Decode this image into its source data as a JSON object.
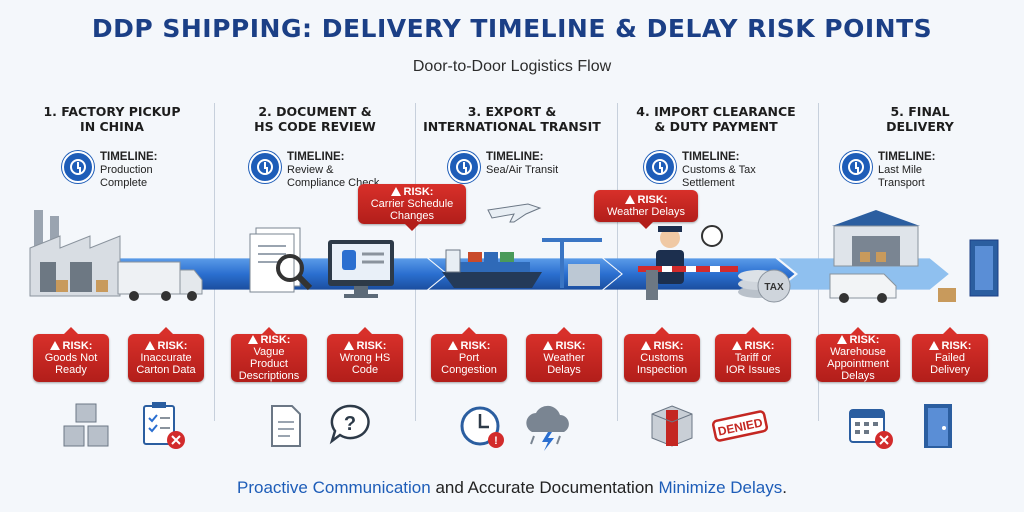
{
  "title": "DDP SHIPPING: DELIVERY TIMELINE & DELAY RISK POINTS",
  "subtitle": "Door-to-Door Logistics Flow",
  "colors": {
    "primary": "#1b3f86",
    "accent": "#1e5db8",
    "risk": "#c42722",
    "band": "#2b6fd0"
  },
  "stages": [
    {
      "title": "1. FACTORY PICKUP\nIN CHINA",
      "timeline_label": "TIMELINE:",
      "timeline_text": "Production\nComplete",
      "icon": "clock-icon",
      "risks": [
        {
          "label": "RISK:",
          "text": "Goods Not\nReady"
        },
        {
          "label": "RISK:",
          "text": "Inaccurate\nCarton Data"
        }
      ],
      "bottom_icons": [
        "boxes-icon",
        "checklist-error-icon"
      ]
    },
    {
      "title": "2. DOCUMENT &\nHS CODE REVIEW",
      "timeline_label": "TIMELINE:",
      "timeline_text": "Review &\nCompliance Check",
      "icon": "clock-icon",
      "risks": [
        {
          "label": "RISK:",
          "text": "Vague\nProduct\nDescriptions"
        },
        {
          "label": "RISK:",
          "text": "Wrong HS\nCode"
        }
      ],
      "bottom_icons": [
        "document-icon",
        "question-bubble-icon"
      ]
    },
    {
      "title": "3. EXPORT &\nINTERNATIONAL TRANSIT",
      "timeline_label": "TIMELINE:",
      "timeline_text": "Sea/Air Transit",
      "icon": "clock-icon",
      "risks": [
        {
          "label": "RISK:",
          "text": "Port\nCongestion"
        },
        {
          "label": "RISK:",
          "text": "Weather\nDelays"
        }
      ],
      "bottom_icons": [
        "clock-alert-icon",
        "storm-cloud-icon"
      ]
    },
    {
      "title": "4. IMPORT CLEARANCE\n& DUTY PAYMENT",
      "timeline_label": "TIMELINE:",
      "timeline_text": "Customs & Tax\nSettlement",
      "icon": "clock-icon",
      "risks": [
        {
          "label": "RISK:",
          "text": "Customs\nInspection"
        },
        {
          "label": "RISK:",
          "text": "Tariff or\nIOR Issues"
        }
      ],
      "bottom_icons": [
        "damaged-box-icon",
        "denied-stamp-icon"
      ]
    },
    {
      "title": "5. FINAL\nDELIVERY",
      "timeline_label": "TIMELINE:",
      "timeline_text": "Last Mile\nTransport",
      "icon": "clock-icon",
      "risks": [
        {
          "label": "RISK:",
          "text": "Warehouse\nAppointment\nDelays"
        },
        {
          "label": "RISK:",
          "text": "Failed\nDelivery"
        }
      ],
      "bottom_icons": [
        "calendar-error-icon",
        "door-icon"
      ]
    }
  ],
  "transit_risks": [
    {
      "label": "RISK:",
      "text": "Carrier Schedule\nChanges"
    },
    {
      "label": "RISK:",
      "text": "Weather Delays"
    }
  ],
  "tax_label": "TAX",
  "denied_label": "DENIED",
  "footer": {
    "part1": "Proactive Communication",
    "part2": " and ",
    "part3": "Accurate Documentation",
    "part4": " ",
    "part5": "Minimize Delays",
    "part6": "."
  }
}
